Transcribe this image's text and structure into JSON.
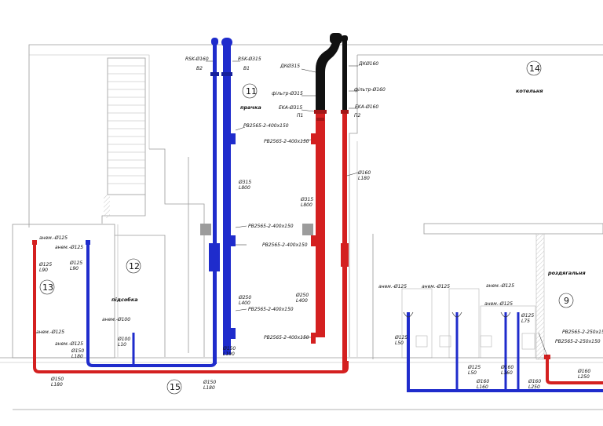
{
  "colors": {
    "supply": "#d42020",
    "extract": "#1f2ccc",
    "insulated": "#111111",
    "wall": "#9a9a9a",
    "hatch": "#cfcfcf"
  },
  "rooms": [
    {
      "id": "room-11",
      "number": "11",
      "name": "прачка"
    },
    {
      "id": "room-12",
      "number": "12",
      "name": ""
    },
    {
      "id": "room-13",
      "number": "13",
      "name": "підсобка"
    },
    {
      "id": "room-14",
      "number": "14",
      "name": "котельня"
    },
    {
      "id": "room-15",
      "number": "15",
      "name": ""
    },
    {
      "id": "room-9",
      "number": "9",
      "name": "роздягальня"
    }
  ],
  "labels": {
    "rsk160": "RSK-Ø160",
    "rsk315": "RSK-Ø315",
    "b2": "В2",
    "b1": "В1",
    "dk315": "ДКØ315",
    "dk160": "ДКØ160",
    "filter315": "фільтр-Ø315",
    "filter160": "фільтр-Ø160",
    "eka315": "EKA-Ø315",
    "eka160": "EKA-Ø160",
    "p1": "П1",
    "p2": "П2",
    "grille400": "PB2565-2-400x150",
    "grille250": "PB2565-2-250x150",
    "d315": "Ø315",
    "l800": "L800",
    "d250": "Ø250",
    "l400": "L400",
    "d160": "Ø160",
    "l180": "L180",
    "d150": "Ø150",
    "l190": "L190",
    "d125": "Ø125",
    "l90": "L90",
    "l50": "L50",
    "l75": "L75",
    "l160": "L160",
    "l250": "L250",
    "d100": "Ø100",
    "l10": "L10",
    "anem125": "анем.-Ø125",
    "anem100": "анем.-Ø100"
  }
}
